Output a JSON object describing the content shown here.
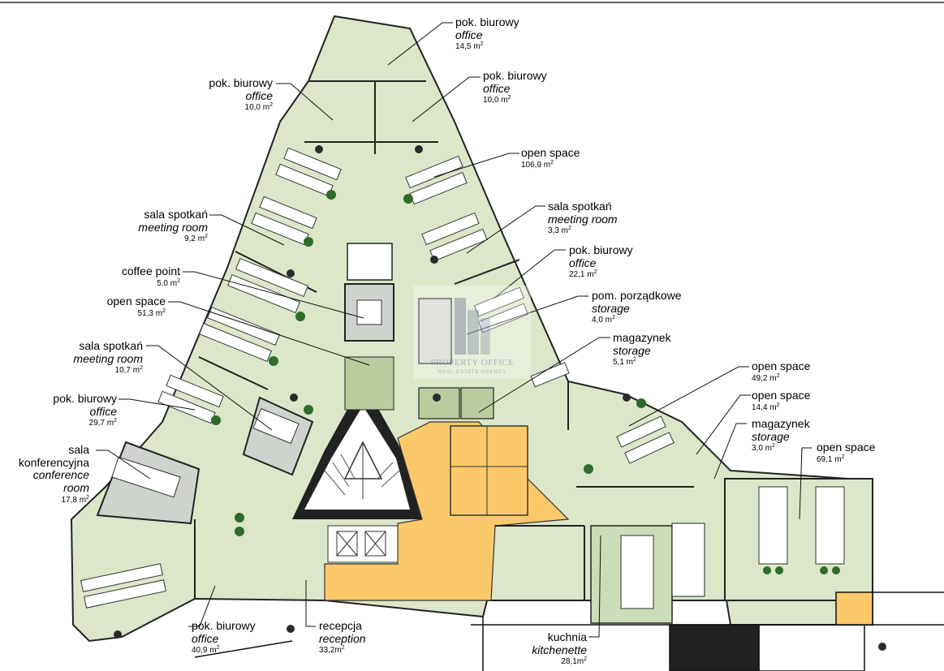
{
  "watermark": {
    "brand": "PROPERTY OFFICE",
    "tagline": "REAL ESTATE AGENCY"
  },
  "rooms": [
    {
      "pl": "pok. biurowy",
      "en": "office",
      "area": "14,5 m",
      "sup": "2"
    },
    {
      "pl": "pok. biurowy",
      "en": "office",
      "area": "10,0 m",
      "sup": "2"
    },
    {
      "pl": "pok. biurowy",
      "en": "office",
      "area": "10,0 m",
      "sup": "2"
    },
    {
      "pl": "open space",
      "en": "",
      "area": "106,9 m",
      "sup": "2"
    },
    {
      "pl": "sala spotkań",
      "en": "meeting room",
      "area": "9,2 m",
      "sup": "2"
    },
    {
      "pl": "sala spotkań",
      "en": "meeting room",
      "area": "3,3 m",
      "sup": "2"
    },
    {
      "pl": "coffee point",
      "en": "",
      "area": "5,0 m",
      "sup": "2"
    },
    {
      "pl": "pok. biurowy",
      "en": "office",
      "area": "22,1 m",
      "sup": "2"
    },
    {
      "pl": "open space",
      "en": "",
      "area": "51,3 m",
      "sup": "2"
    },
    {
      "pl": "pom. porządkowe",
      "en": "storage",
      "area": "4,0 m",
      "sup": "2"
    },
    {
      "pl": "sala spotkań",
      "en": "meeting room",
      "area": "10,7 m",
      "sup": "2"
    },
    {
      "pl": "magazynek",
      "en": "storage",
      "area": "5,1 m",
      "sup": "2"
    },
    {
      "pl": "open space",
      "en": "",
      "area": "49,2 m",
      "sup": "2"
    },
    {
      "pl": "pok. biurowy",
      "en": "office",
      "area": "29,7 m",
      "sup": "2"
    },
    {
      "pl": "open space",
      "en": "",
      "area": "14,4 m",
      "sup": "2"
    },
    {
      "pl": "magazynek",
      "en": "storage",
      "area": "3,0 m",
      "sup": "2"
    },
    {
      "pl": "open space",
      "en": "",
      "area": "69,1 m",
      "sup": "2"
    },
    {
      "pl": "sala konferencyjna",
      "pl1": "sala",
      "pl2": "konferencyjna",
      "en": "conference room",
      "en1": "conference",
      "en2": "room",
      "area": "17,8 m",
      "sup": "2"
    },
    {
      "pl": "pok. biurowy",
      "en": "office",
      "area": "40,9 m",
      "sup": "2"
    },
    {
      "pl": "recepcja",
      "en": "reception",
      "area": "33,2m",
      "sup": "2"
    },
    {
      "pl": "kuchnia",
      "en": "kitchenette",
      "area": "28,1m",
      "sup": "2"
    }
  ]
}
